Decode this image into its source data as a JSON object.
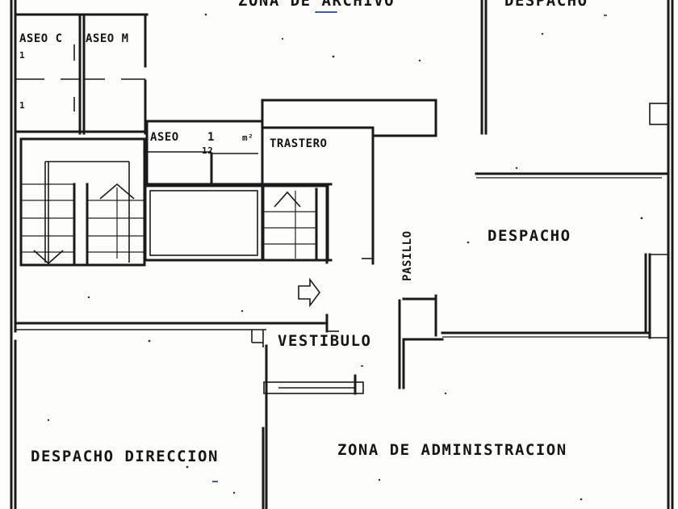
{
  "rooms": {
    "zona_archivo": "ZONA DE ARCHIVO",
    "despacho_top": "DESPACHO",
    "aseo_c": "ASEO C",
    "aseo_m": "ASEO M",
    "aseo": "ASEO",
    "trastero": "TRASTERO",
    "despacho_mid": "DESPACHO",
    "pasillo": "PASILLO",
    "vestibulo": "VESTIBULO",
    "despacho_direccion": "DESPACHO DIRECCION",
    "zona_administracion": "ZONA DE ADMINISTRACION"
  },
  "marks": {
    "aseo_c_1": "1",
    "aseo_c_1b": "1",
    "aseo_1": "1",
    "aseo_m2": "m²",
    "aseo_12": "12"
  },
  "colors": {
    "ink": "#1a1a1a",
    "paper": "#fdfdfb",
    "pen_blue": "#3a5db8"
  }
}
